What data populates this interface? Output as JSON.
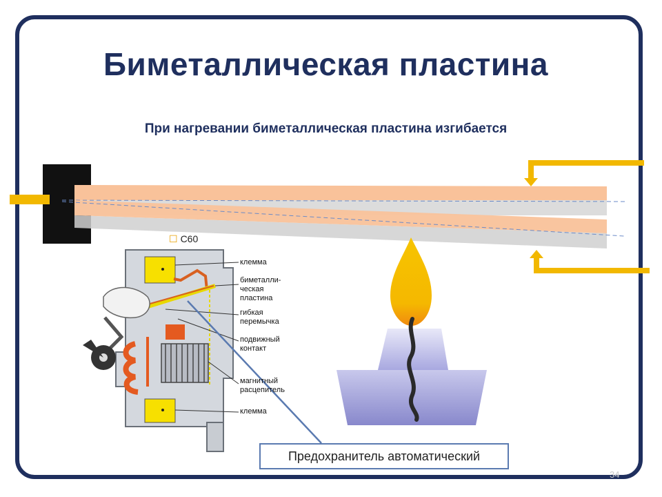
{
  "slide": {
    "title": "Биметаллическая пластина",
    "subtitle": "При нагревании биметаллическая пластина изгибается",
    "page_number": "34"
  },
  "breaker": {
    "model": "C60",
    "labels": {
      "terminal_top": "клемма",
      "bimetal_1": "биметалли-",
      "bimetal_2": "ческая",
      "bimetal_3": "пластина",
      "flex_1": "гибкая",
      "flex_2": "перемычка",
      "contact_1": "подвижный",
      "contact_2": "контакт",
      "magnetic_1": "магнитный",
      "magnetic_2": "расцепитель",
      "terminal_bottom": "клемма"
    }
  },
  "callout": {
    "text": "Предохранитель автоматический"
  },
  "colors": {
    "navy": "#1f2f5e",
    "strip_hot": "#f9c29a",
    "strip_cold": "#d9d9d9",
    "arrow": "#f2b800",
    "flame": "#f9c500",
    "burner": "#9a9ad8"
  }
}
